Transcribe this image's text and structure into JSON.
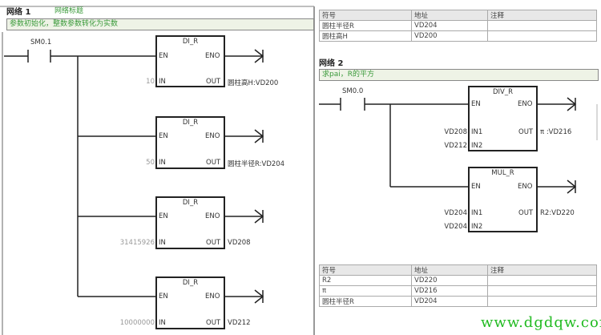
{
  "network1": {
    "label": "网络 1",
    "title": "网络标题",
    "comment": "参数初始化，整数参数转化为实数",
    "contact": "SM0.1",
    "blocks": [
      {
        "name": "DI_R",
        "en": "EN",
        "eno": "ENO",
        "in_pin": "IN",
        "out_pin": "OUT",
        "in": "10",
        "out": "圆柱高H:VD200"
      },
      {
        "name": "DI_R",
        "en": "EN",
        "eno": "ENO",
        "in_pin": "IN",
        "out_pin": "OUT",
        "in": "50",
        "out": "圆柱半径R:VD204"
      },
      {
        "name": "DI_R",
        "en": "EN",
        "eno": "ENO",
        "in_pin": "IN",
        "out_pin": "OUT",
        "in": "31415926",
        "out": "VD208"
      },
      {
        "name": "DI_R",
        "en": "EN",
        "eno": "ENO",
        "in_pin": "IN",
        "out_pin": "OUT",
        "in": "10000000",
        "out": "VD212"
      }
    ]
  },
  "symbol_table1": {
    "headers": [
      "符号",
      "地址",
      "注释"
    ],
    "rows": [
      [
        "圆柱半径R",
        "VD204",
        ""
      ],
      [
        "圆柱高H",
        "VD200",
        ""
      ]
    ]
  },
  "network2": {
    "label": "网络 2",
    "comment": "求pai，R的平方",
    "contact": "SM0.0",
    "blocks": [
      {
        "name": "DIV_R",
        "en": "EN",
        "eno": "ENO",
        "in1_pin": "IN1",
        "in2_pin": "IN2",
        "out_pin": "OUT",
        "in1": "VD208",
        "in2": "VD212",
        "out": "π :VD216"
      },
      {
        "name": "MUL_R",
        "en": "EN",
        "eno": "ENO",
        "in1_pin": "IN1",
        "in2_pin": "IN2",
        "out_pin": "OUT",
        "in1": "VD204",
        "in2": "VD204",
        "out": "R2:VD220"
      }
    ]
  },
  "symbol_table2": {
    "headers": [
      "符号",
      "地址",
      "注释"
    ],
    "rows": [
      [
        "R2",
        "VD220",
        ""
      ],
      [
        "π",
        "VD216",
        ""
      ],
      [
        "圆柱半径R",
        "VD204",
        ""
      ]
    ]
  },
  "watermark": "www.dgdqw.com"
}
